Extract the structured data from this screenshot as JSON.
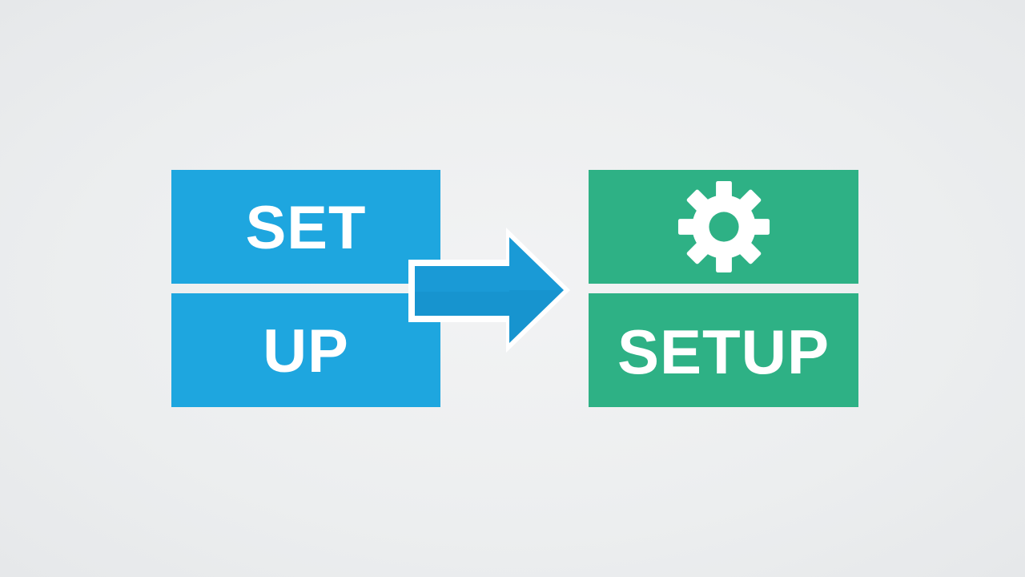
{
  "diagram": {
    "left": {
      "top_label": "SET",
      "bottom_label": "UP",
      "color": "#1ea6df"
    },
    "arrow": {
      "icon": "right-arrow-icon",
      "color": "#1a9ad6"
    },
    "right": {
      "top_icon": "gear-icon",
      "bottom_label": "SETUP",
      "color": "#2eb185"
    }
  }
}
